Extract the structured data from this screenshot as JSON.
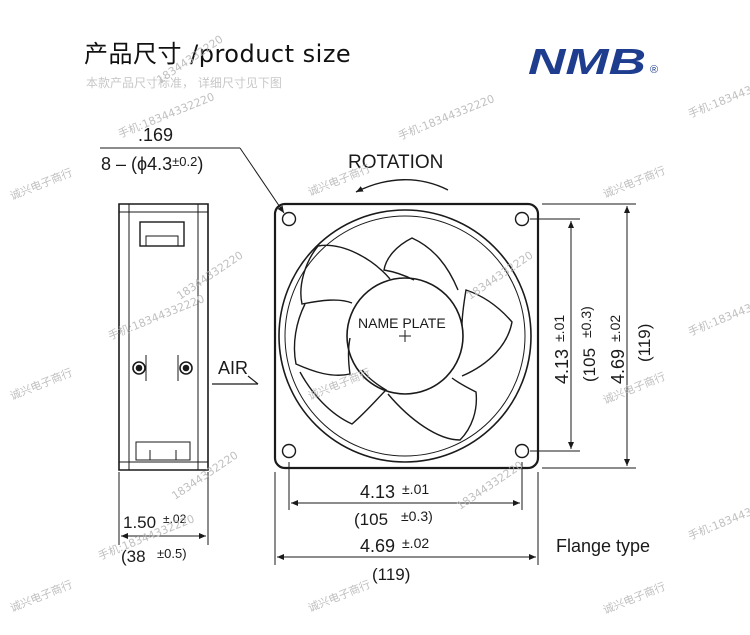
{
  "header": {
    "title": "产品尺寸 /product size",
    "subtitle": "本款产品尺寸标准， 详细尺寸见下图"
  },
  "brand": {
    "logo_text": "NMB",
    "registered": "®",
    "color": "#1e3d8f"
  },
  "callouts": {
    "hole_spacing": ".169",
    "hole_count_prefix": "8 – (",
    "hole_diameter": "ϕ4.3",
    "hole_diameter_tol": "±0.2",
    "hole_close": ")",
    "rotation": "ROTATION",
    "nameplate": "NAME PLATE",
    "air": "AIR",
    "flange_type": "Flange type"
  },
  "dimensions": {
    "inner_in": "4.13",
    "inner_in_tol": "±.01",
    "inner_mm": "(105",
    "inner_mm_tol": "±0.3)",
    "outer_in": "4.69",
    "outer_in_tol": "±.02",
    "outer_mm": "(119)",
    "depth_in": "1.50",
    "depth_in_tol": "±.02",
    "depth_mm": "(38",
    "depth_mm_tol": "±0.5)"
  },
  "watermark": {
    "phone": "18344332220",
    "phone_label": "手机:18344332220",
    "shop": "诚兴电子商行"
  }
}
